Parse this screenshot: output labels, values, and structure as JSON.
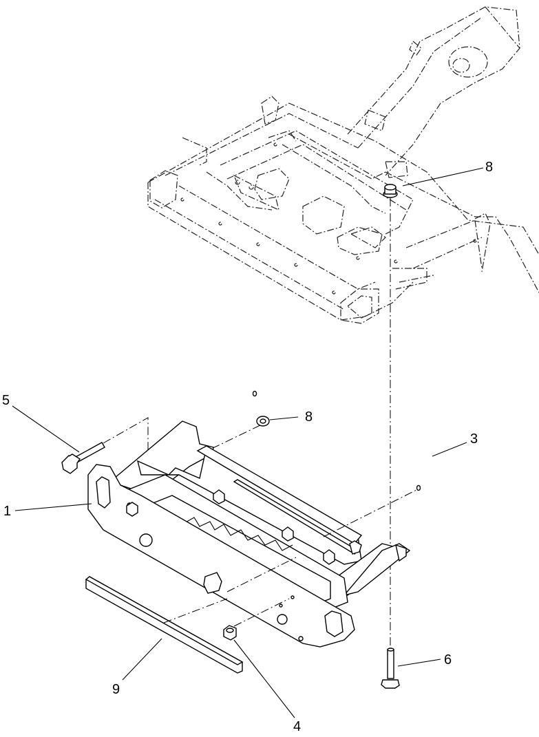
{
  "callouts": [
    {
      "id": "callout-1",
      "label": "1"
    },
    {
      "id": "callout-3",
      "label": "3"
    },
    {
      "id": "callout-4",
      "label": "4"
    },
    {
      "id": "callout-5",
      "label": "5"
    },
    {
      "id": "callout-6",
      "label": "6"
    },
    {
      "id": "callout-8-upper",
      "label": "8"
    },
    {
      "id": "callout-8-lower",
      "label": "8"
    },
    {
      "id": "callout-9",
      "label": "9"
    }
  ]
}
